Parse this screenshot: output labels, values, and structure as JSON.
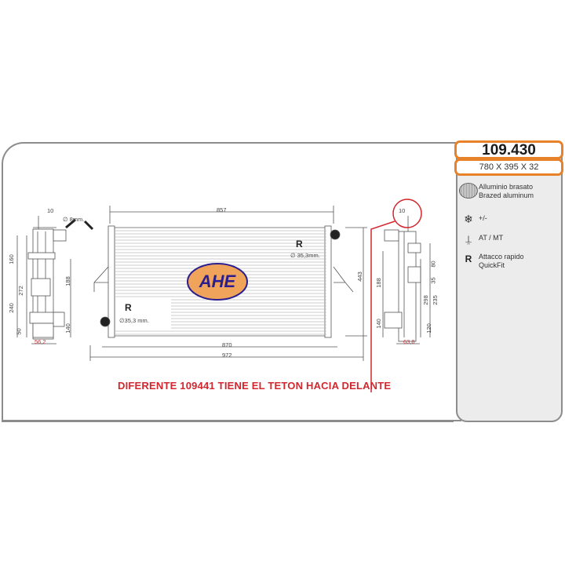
{
  "product": {
    "code": "109.430",
    "dimensions": "780 X 395 X 32"
  },
  "specs": [
    {
      "icon": "brazed-aluminum-icon",
      "line1": "Alluminio brasato",
      "line2": "Brazed aluminum"
    },
    {
      "icon": "snowflake-icon",
      "line1": "+/-",
      "line2": ""
    },
    {
      "icon": "gear-shift-icon",
      "line1": "AT / MT",
      "line2": ""
    },
    {
      "icon": "quickfit-r-icon",
      "glyph": "R",
      "line1": "Attacco rapido",
      "line2": "QuickFit"
    }
  ],
  "note": "DIFERENTE 109441 TIENE EL TETON HACIA DELANTE",
  "logo": {
    "text": "AHE",
    "text_color": "#2b1f8f",
    "fill_color": "#f0a35a"
  },
  "colors": {
    "accent": "#e8822a",
    "note": "#d1272e",
    "panel_border": "#8c8c8c",
    "panel_fill": "#ececec"
  },
  "drawing": {
    "front_view": {
      "top_width": "857",
      "core_width": "870",
      "overall_width": "972",
      "height": "443",
      "outlet_label": "R",
      "outlet_top_diameter": "∅ 35,3mm.",
      "outlet_bottom_diameter": "∅35,3 mm.",
      "vent_diameter": "∅ 8mm."
    },
    "left_view": {
      "pin": "10",
      "dims": [
        "160",
        "272",
        "240",
        "50",
        "188",
        "140"
      ],
      "depth": "56,2"
    },
    "right_view": {
      "pin": "10",
      "dims": [
        "188",
        "140",
        "80",
        "35",
        "298",
        "235",
        "120"
      ],
      "depth": "63,8"
    }
  }
}
